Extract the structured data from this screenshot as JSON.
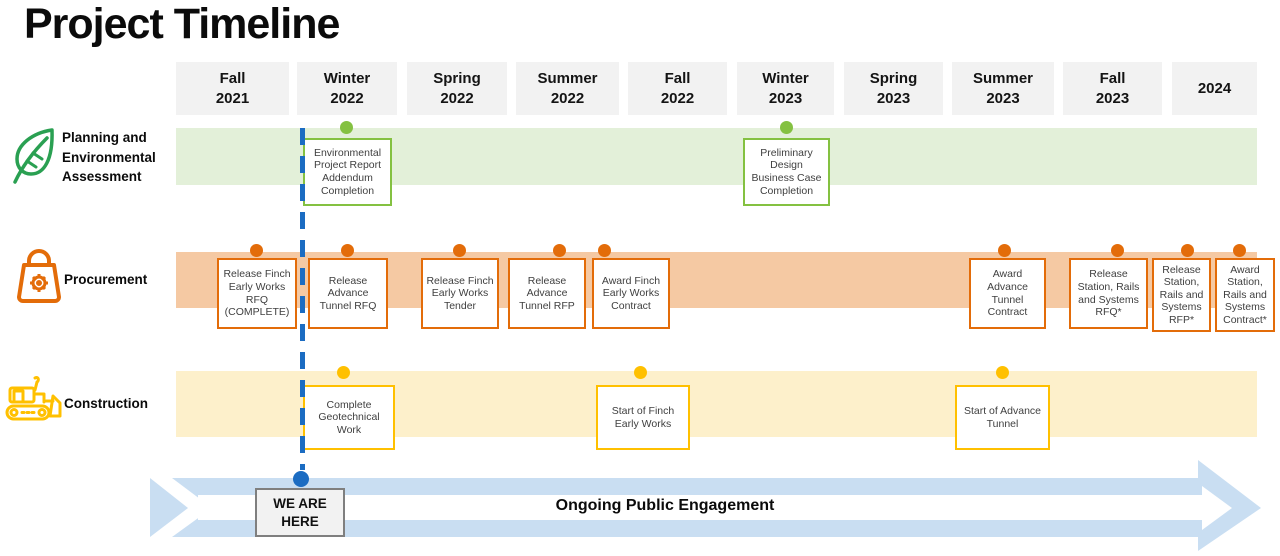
{
  "title": "Project Timeline",
  "columns": [
    {
      "season": "Fall",
      "year": "2021"
    },
    {
      "season": "Winter",
      "year": "2022"
    },
    {
      "season": "Spring",
      "year": "2022"
    },
    {
      "season": "Summer",
      "year": "2022"
    },
    {
      "season": "Fall",
      "year": "2022"
    },
    {
      "season": "Winter",
      "year": "2023"
    },
    {
      "season": "Spring",
      "year": "2023"
    },
    {
      "season": "Summer",
      "year": "2023"
    },
    {
      "season": "Fall",
      "year": "2023"
    },
    {
      "season": "",
      "year": "2024"
    }
  ],
  "rows": {
    "planning": {
      "label": "Planning and Environmental Assessment"
    },
    "procurement": {
      "label": "Procurement"
    },
    "construction": {
      "label": "Construction"
    }
  },
  "milestones": {
    "planning": [
      "Environmental Project Report Addendum Completion",
      "Preliminary Design Business Case Completion"
    ],
    "procurement": [
      "Release Finch Early Works RFQ (COMPLETE)",
      "Release Advance Tunnel RFQ",
      "Release Finch Early Works Tender",
      "Release Advance Tunnel RFP",
      "Award Finch Early Works Contract",
      "Award Advance Tunnel Contract",
      "Release Station, Rails and Systems RFQ*",
      "Release Station, Rails and Systems RFP*",
      "Award Station, Rails and Systems Contract*"
    ],
    "construction": [
      "Complete Geotechnical Work",
      "Start of Finch Early Works",
      "Start of Advance Tunnel"
    ]
  },
  "footer": {
    "we_are_here": "WE ARE HERE",
    "ongoing": "Ongoing Public Engagement"
  },
  "colors": {
    "planning_band": "#e3f0d9",
    "planning_accent": "#84c141",
    "procurement_band": "#f5c9a3",
    "procurement_accent": "#e36c09",
    "construction_band": "#fdf0cb",
    "construction_accent": "#ffc000",
    "marker_blue": "#1b6cc2",
    "arrow_blue": "#c9def2",
    "header_gray": "#f2f2f2"
  }
}
